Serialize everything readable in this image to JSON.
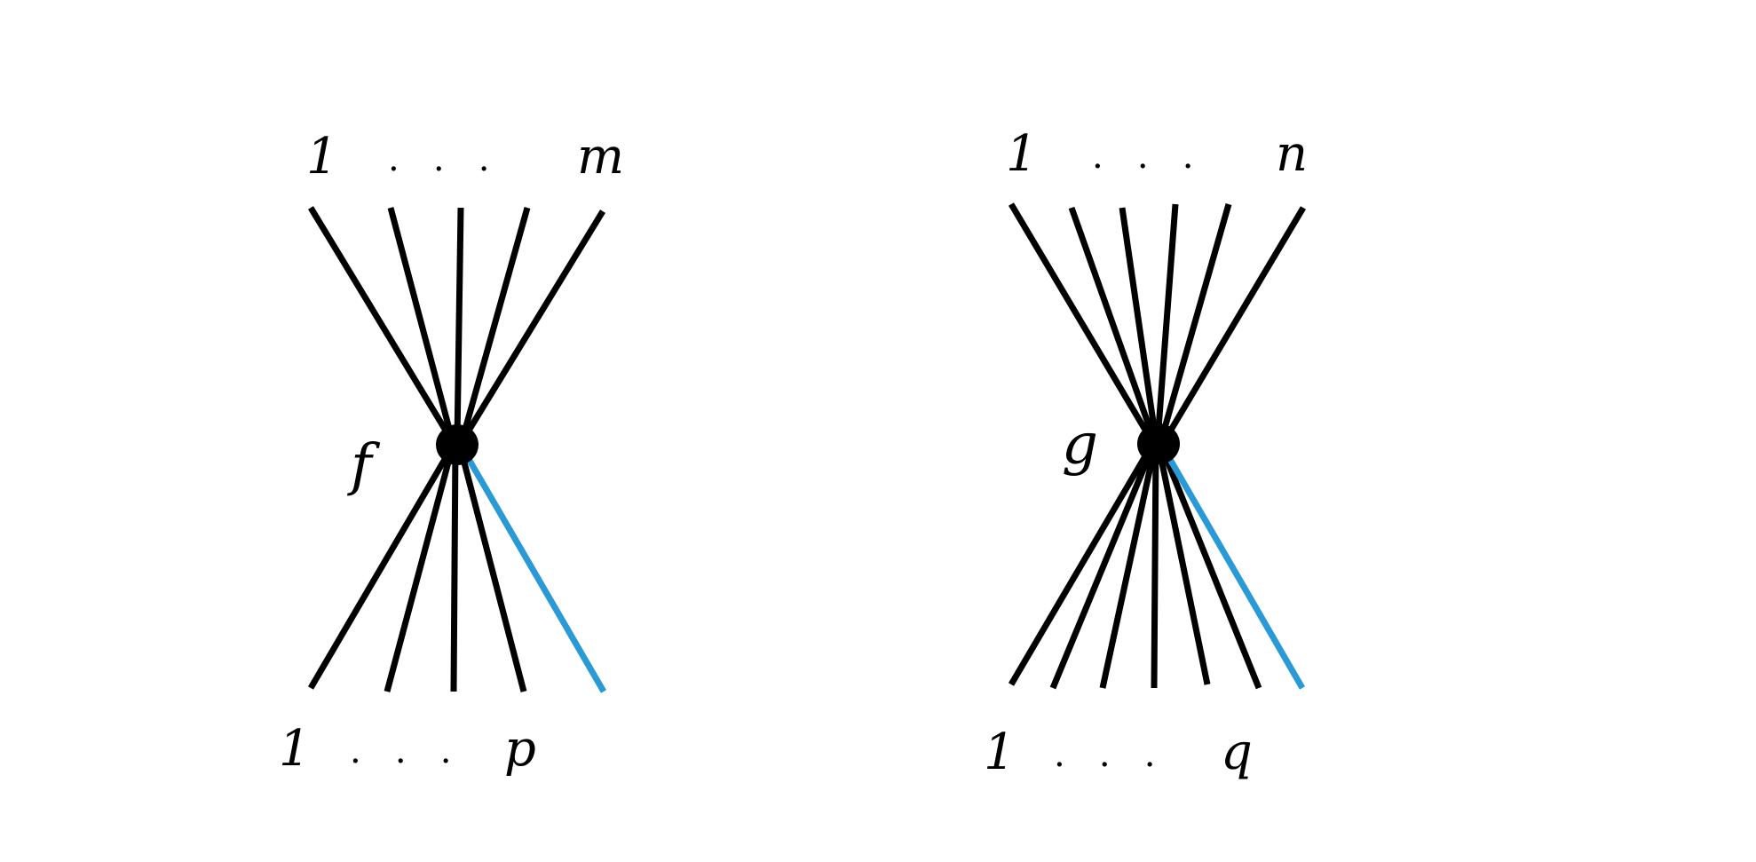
{
  "diagram": {
    "line_color": "#000000",
    "highlight_color": "#2a9ad6",
    "left": {
      "vertex_label": "f",
      "top_first": "1",
      "top_dots": ".   .   .",
      "top_last": "m",
      "bottom_first": "1",
      "bottom_dots": ".   .   .",
      "bottom_last": "p"
    },
    "right": {
      "vertex_label": "g",
      "top_first": "1",
      "top_dots": ".   .   .",
      "top_last": "n",
      "bottom_first": "1",
      "bottom_dots": ".   .   .",
      "bottom_last": "q"
    }
  }
}
